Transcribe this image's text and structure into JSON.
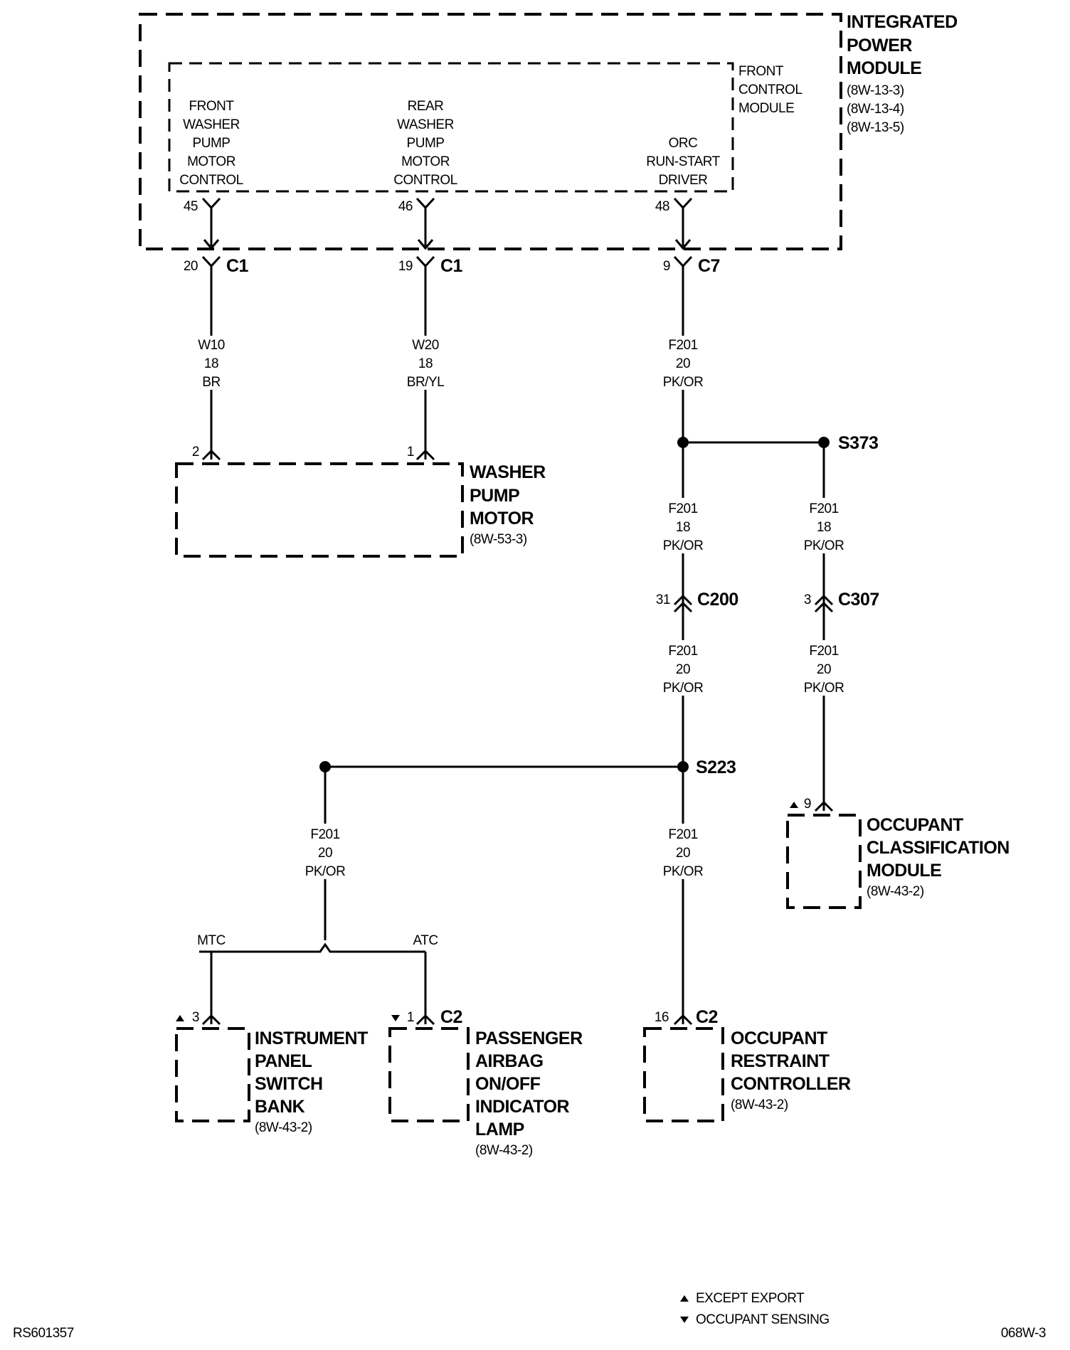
{
  "ipm": {
    "title": [
      "INTEGRATED",
      "POWER",
      "MODULE"
    ],
    "refs": [
      "(8W-13-3)",
      "(8W-13-4)",
      "(8W-13-5)"
    ],
    "fcm_label": [
      "FRONT",
      "CONTROL",
      "MODULE"
    ],
    "circuits": [
      {
        "lines": [
          "FRONT",
          "WASHER",
          "PUMP",
          "MOTOR",
          "CONTROL"
        ],
        "pin": "45"
      },
      {
        "lines": [
          "REAR",
          "WASHER",
          "PUMP",
          "MOTOR",
          "CONTROL"
        ],
        "pin": "46"
      },
      {
        "lines": [
          "ORC",
          "RUN-START",
          "DRIVER"
        ],
        "pin": "48"
      }
    ]
  },
  "connectors": [
    {
      "pin": "20",
      "name": "C1"
    },
    {
      "pin": "19",
      "name": "C1"
    },
    {
      "pin": "9",
      "name": "C7"
    },
    {
      "pin": "31",
      "name": "C200"
    },
    {
      "pin": "3",
      "name": "C307"
    }
  ],
  "wires": {
    "w10": [
      "W10",
      "18",
      "BR"
    ],
    "w20": [
      "W20",
      "18",
      "BR/YL"
    ],
    "f201_top": [
      "F201",
      "20",
      "PK/OR"
    ],
    "f201_mid_left": [
      "F201",
      "18",
      "PK/OR"
    ],
    "f201_mid_right": [
      "F201",
      "18",
      "PK/OR"
    ],
    "f201_low_left": [
      "F201",
      "20",
      "PK/OR"
    ],
    "f201_low_right": [
      "F201",
      "20",
      "PK/OR"
    ],
    "f201_branch_left": [
      "F201",
      "20",
      "PK/OR"
    ],
    "f201_branch_right": [
      "F201",
      "20",
      "PK/OR"
    ]
  },
  "splices": {
    "s373": "S373",
    "s223": "S223"
  },
  "washer_pump": {
    "title": [
      "WASHER",
      "PUMP",
      "MOTOR"
    ],
    "ref": "(8W-53-3)",
    "pins": [
      "2",
      "1"
    ]
  },
  "occupant_class": {
    "title": [
      "OCCUPANT",
      "CLASSIFICATION",
      "MODULE"
    ],
    "ref": "(8W-43-2)",
    "pin": "9"
  },
  "branch": {
    "mtc": "MTC",
    "atc": "ATC"
  },
  "instrument_panel": {
    "title": [
      "INSTRUMENT",
      "PANEL",
      "SWITCH",
      "BANK"
    ],
    "ref": "(8W-43-2)",
    "pin": "3"
  },
  "airbag_lamp": {
    "title": [
      "PASSENGER",
      "AIRBAG",
      "ON/OFF",
      "INDICATOR",
      "LAMP"
    ],
    "ref": "(8W-43-2)",
    "pin": "1",
    "connector": "C2"
  },
  "orc": {
    "title": [
      "OCCUPANT",
      "RESTRAINT",
      "CONTROLLER"
    ],
    "ref": "(8W-43-2)",
    "pin": "16",
    "connector": "C2"
  },
  "legend": {
    "except_export": "EXCEPT EXPORT",
    "occupant_sensing": "OCCUPANT SENSING"
  },
  "footer": {
    "left_id": "RS601357",
    "right_id": "068W-3"
  }
}
